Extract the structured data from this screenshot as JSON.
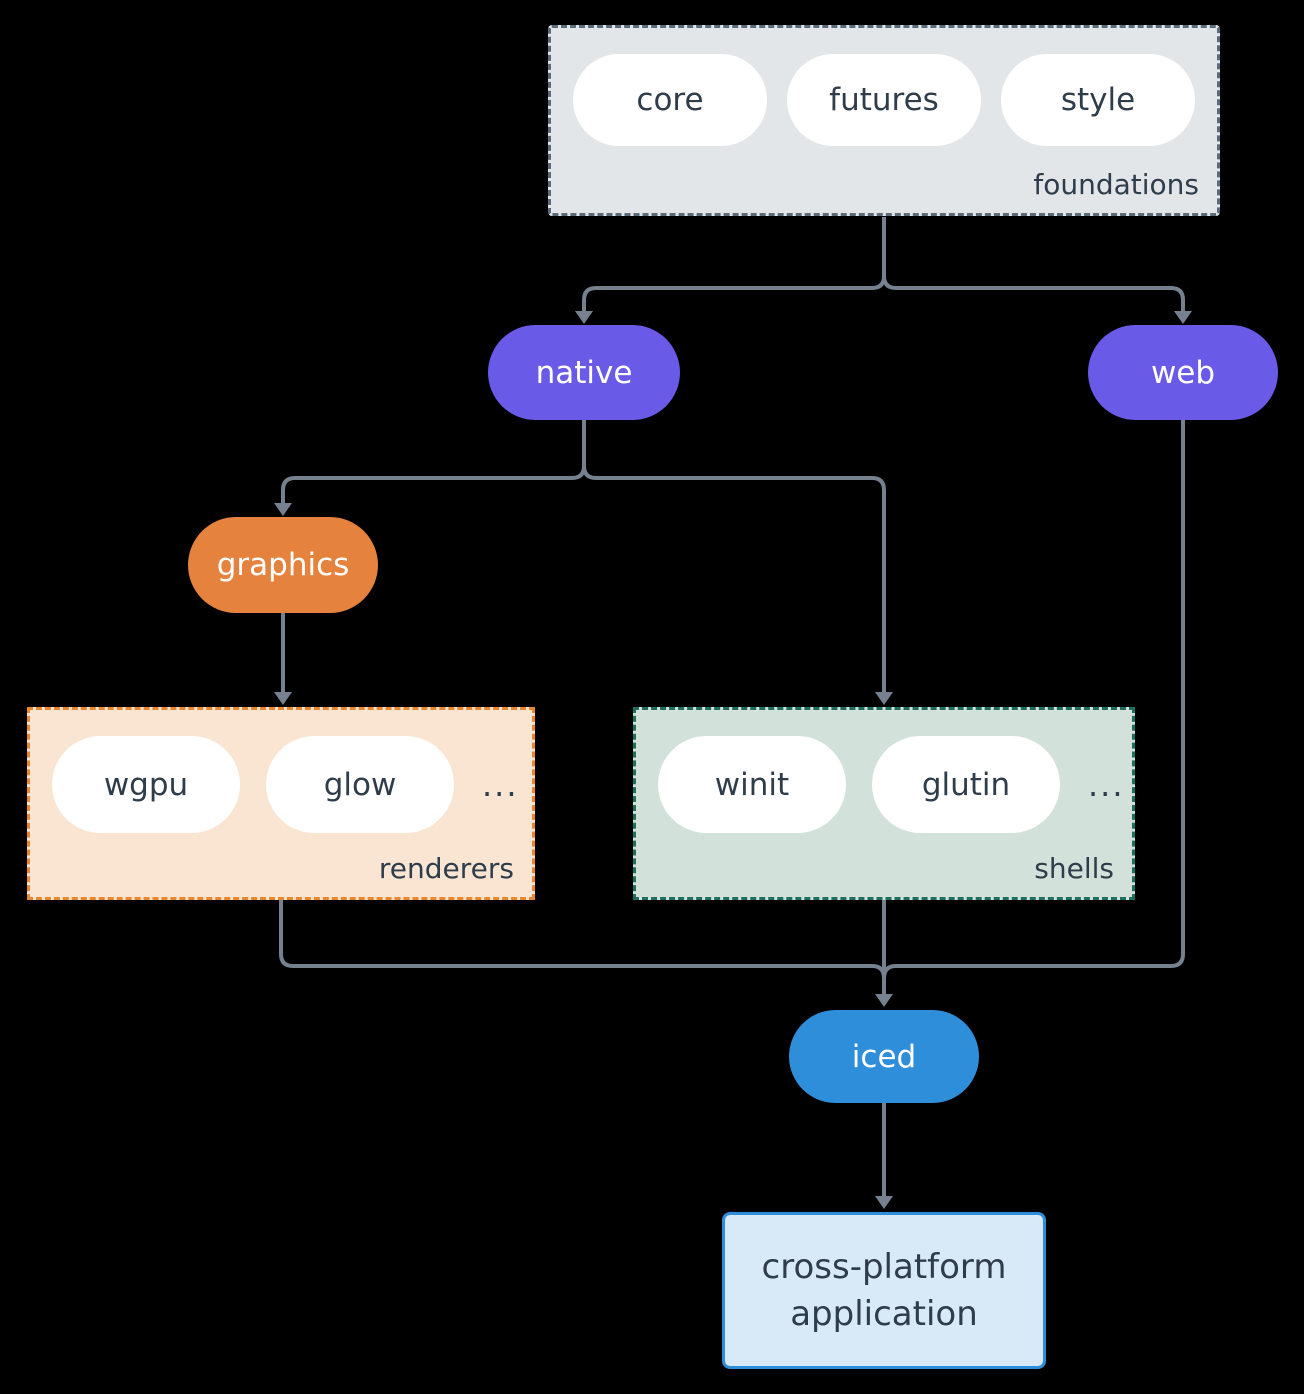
{
  "nodes": {
    "foundations": {
      "label": "foundations",
      "pills": [
        "core",
        "futures",
        "style"
      ]
    },
    "native": {
      "label": "native"
    },
    "web": {
      "label": "web"
    },
    "graphics": {
      "label": "graphics"
    },
    "renderers": {
      "label": "renderers",
      "pills": [
        "wgpu",
        "glow"
      ],
      "more": "..."
    },
    "shells": {
      "label": "shells",
      "pills": [
        "winit",
        "glutin"
      ],
      "more": "..."
    },
    "iced": {
      "label": "iced"
    },
    "application": {
      "line1": "cross-platform",
      "line2": "application"
    }
  },
  "colors": {
    "background": "#000000",
    "arrow": "#75818f",
    "dark_text": "#2f3d4b",
    "pill_white": "#ffffff",
    "purple": "#6a5ae8",
    "orange": "#e5823d",
    "renderers_fill": "#fae5d3",
    "renderers_border": "#ea872e",
    "shells_fill": "#d3e1db",
    "shells_border": "#1f6e60",
    "blue": "#2e8eda",
    "application_fill": "#d8e9f8",
    "foundations_fill": "#e2e6e9",
    "foundations_border": "#5c6b7a"
  }
}
